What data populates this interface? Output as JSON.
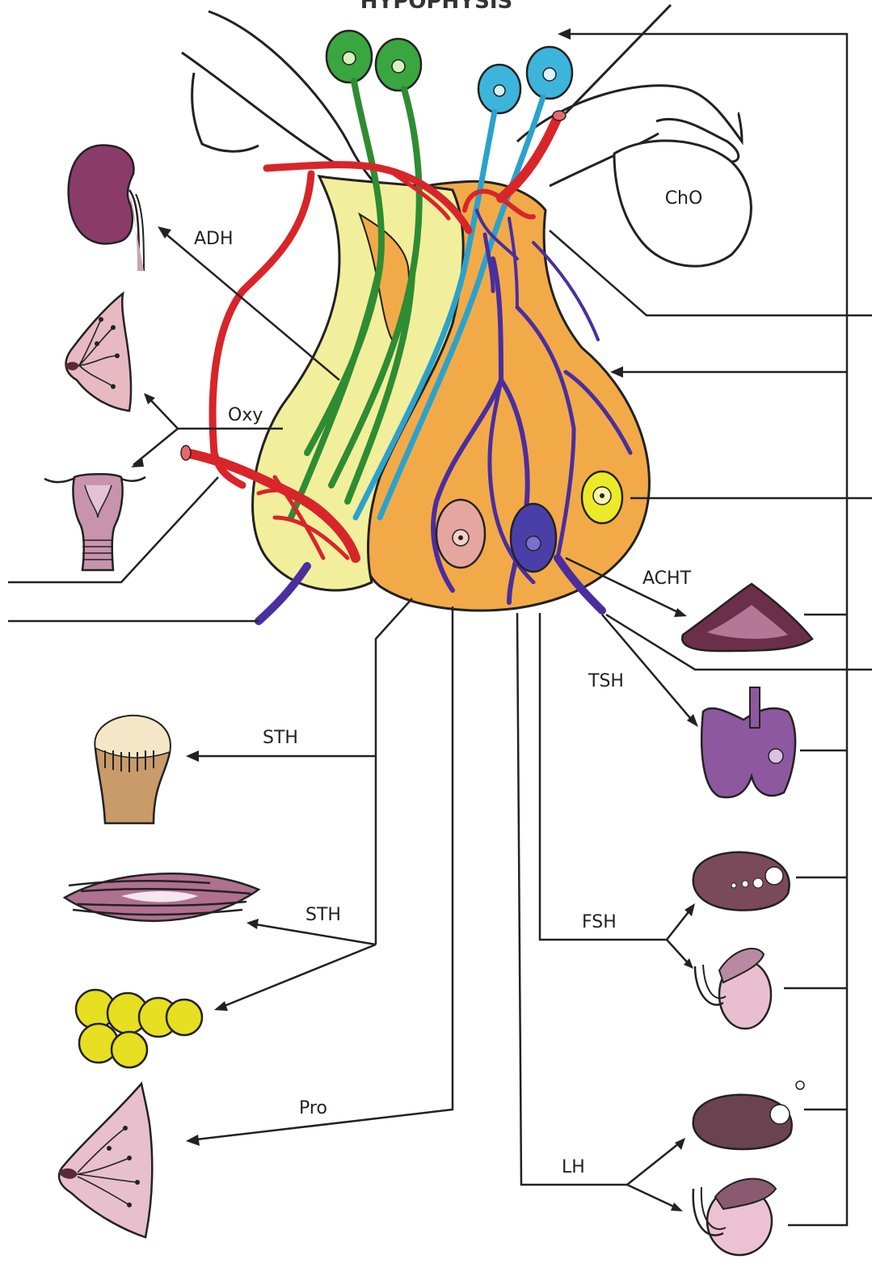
{
  "header": {
    "title": "HYPOPHYSIS"
  },
  "structures": {
    "chiasm": "ChO"
  },
  "labels": {
    "adh": "ADH",
    "oxy": "Oxy",
    "acht": "ACHT",
    "tsh": "TSH",
    "sth_bone": "STH",
    "sth_tissue": "STH",
    "pro": "Pro",
    "fsh": "FSH",
    "lh": "LH"
  },
  "icons": {
    "kidney": "kidney-icon",
    "breast_small": "breast-icon",
    "uterus": "uterus-icon",
    "bone": "bone-icon",
    "muscle": "muscle-icon",
    "fat": "fat-cells-icon",
    "breast_large": "breast-icon",
    "adrenal": "adrenal-gland-icon",
    "thyroid": "thyroid-icon",
    "ovary": "ovary-icon",
    "testis": "testis-icon"
  },
  "colors": {
    "vessel_red": "#d8252a",
    "vein_purple": "#4a2ea0",
    "neurohypophysis": "#f1ee9a",
    "adenohypophysis": "#f0a84a",
    "neuron_green": "#2e9c3a",
    "neuron_blue": "#3ab3d9",
    "organ_purple": "#7a3a68",
    "fat_yellow": "#e8e020"
  }
}
